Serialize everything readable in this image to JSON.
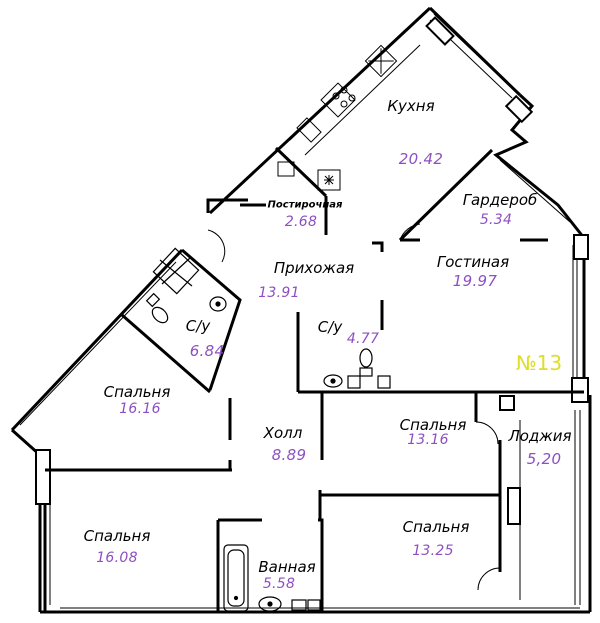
{
  "plan": {
    "apartment_no": "№13",
    "rooms": [
      {
        "name": "Кухня",
        "area": "20.42"
      },
      {
        "name": "Постирочная",
        "area": "2.68"
      },
      {
        "name": "Гардероб",
        "area": "5.34"
      },
      {
        "name": "Прихожая",
        "area": "13.91"
      },
      {
        "name": "Гостиная",
        "area": "19.97"
      },
      {
        "name": "С/у",
        "area": "6.84"
      },
      {
        "name": "С/у",
        "area": "4.77"
      },
      {
        "name": "Спальня",
        "area": "16.16"
      },
      {
        "name": "Холл",
        "area": "8.89"
      },
      {
        "name": "Спальня",
        "area": "13.16"
      },
      {
        "name": "Лоджия",
        "area": "5,20"
      },
      {
        "name": "Спальня",
        "area": "16.08"
      },
      {
        "name": "Спальня",
        "area": "13.25"
      },
      {
        "name": "Ванная",
        "area": "5.58"
      }
    ]
  }
}
